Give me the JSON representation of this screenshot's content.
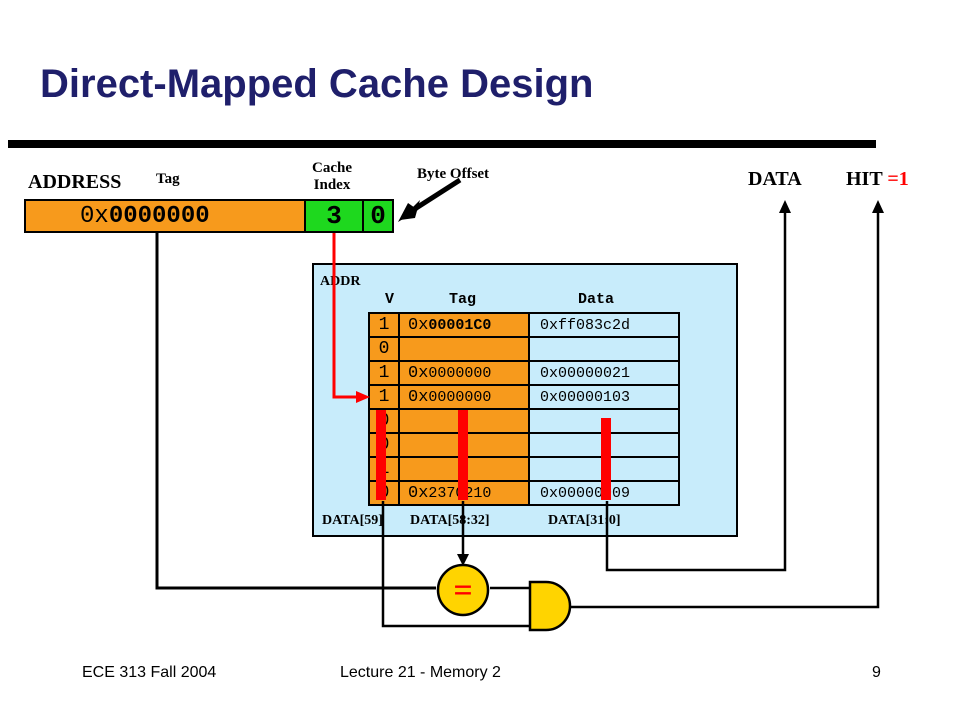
{
  "slide": {
    "title": "Direct-Mapped Cache Design"
  },
  "address": {
    "label": "ADDRESS",
    "tag_label": "Tag",
    "index_label_line1": "Cache",
    "index_label_line2": "Index",
    "offset_label": "Byte Offset",
    "tag_prefix": "0x",
    "tag_value": "0000000",
    "index_value": "3",
    "offset_value": "0"
  },
  "outputs": {
    "data_label": "DATA",
    "hit_label": "HIT",
    "hit_value": "=1"
  },
  "cache": {
    "addr_label": "ADDR",
    "col_v": "V",
    "col_tag": "Tag",
    "col_data": "Data",
    "rows": [
      {
        "v": "1",
        "tag_prefix": "0x",
        "tag": "00001C0",
        "data": "0xff083c2d"
      },
      {
        "v": "0",
        "tag_prefix": "",
        "tag": "",
        "data": ""
      },
      {
        "v": "1",
        "tag_prefix": "0x",
        "tag": "0000000",
        "data": "0x00000021"
      },
      {
        "v": "1",
        "tag_prefix": "0x",
        "tag": "0000000",
        "data": "0x00000103"
      },
      {
        "v": "0",
        "tag_prefix": "",
        "tag": "",
        "data": ""
      },
      {
        "v": "0",
        "tag_prefix": "",
        "tag": "",
        "data": ""
      },
      {
        "v": "1",
        "tag_prefix": "",
        "tag": "",
        "data": ""
      },
      {
        "v": "0",
        "tag_prefix": "0x",
        "tag": "2370210",
        "data": "0x00000009"
      }
    ],
    "bus_v": "DATA[59]",
    "bus_tag": "DATA[58:32]",
    "bus_data": "DATA[31:0]"
  },
  "logic": {
    "comparator_symbol": "="
  },
  "footer": {
    "course": "ECE 313 Fall 2004",
    "lecture": "Lecture 21 - Memory 2",
    "page": "9"
  },
  "colors": {
    "title": "#1f1f6b",
    "tag_field": "#f79a1c",
    "data_field": "#c8ecfb",
    "index_offset": "#1ed81e",
    "highlight": "#ff0000",
    "and_gate": "#ffd400"
  }
}
